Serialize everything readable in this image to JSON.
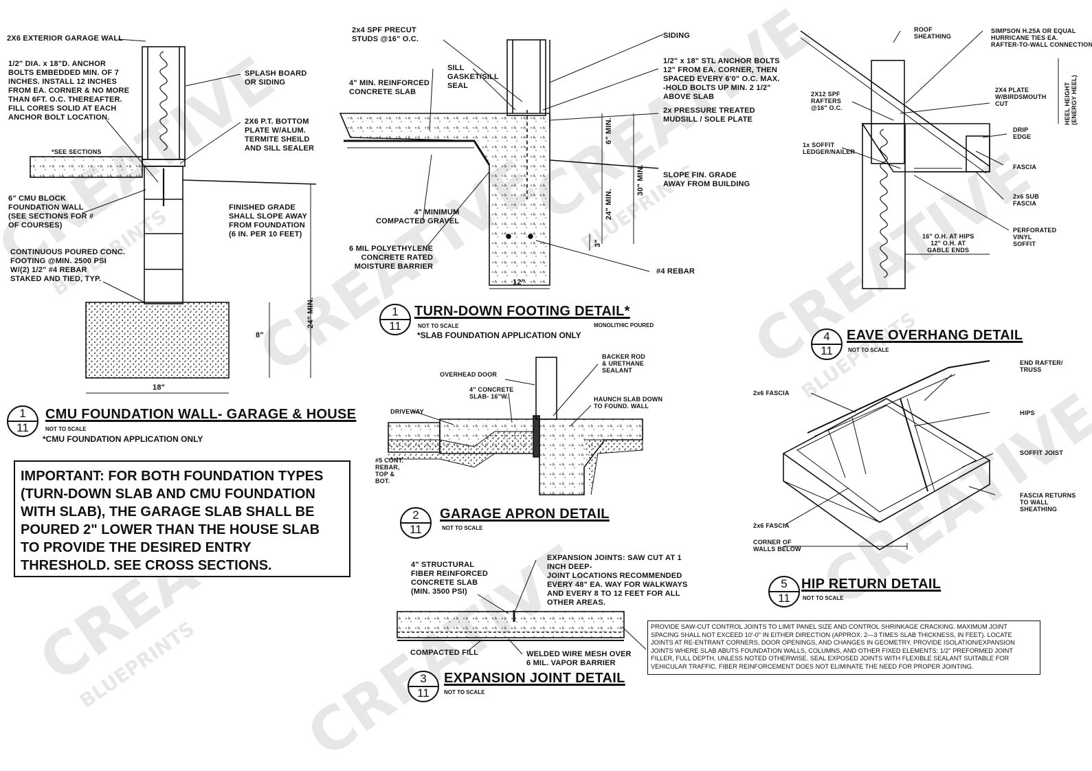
{
  "watermark": {
    "main": "CREATIVE",
    "sub": "BLUEPRINTS"
  },
  "detail_cmu": {
    "number": "1",
    "sheet": "11",
    "title": "CMU FOUNDATION WALL- GARAGE & HOUSE",
    "scale": "NOT TO SCALE",
    "subtitle": "*CMU FOUNDATION APPLICATION ONLY",
    "notes": {
      "wall": "2X6 EXTERIOR GARAGE WALL",
      "anchor": "1/2\" DIA. x 18\"D. ANCHOR\nBOLTS EMBEDDED MIN. OF 7\nINCHES. INSTALL 12 INCHES\nFROM EA. CORNER & NO MORE\nTHAN 6FT. O.C. THEREAFTER.\nFILL CORES SOLID AT EACH\nANCHOR BOLT LOCATION.",
      "splash": "SPLASH BOARD\nOR SIDING",
      "plate": "2X6 P.T. BOTTOM\nPLATE W/ALUM.\nTERMITE SHEILD\nAND SILL SEALER",
      "see_sections": "*SEE SECTIONS",
      "cmu": "6\" CMU BLOCK\nFOUNDATION WALL\n(SEE SECTIONS FOR #\nOF COURSES)",
      "grade": "FINISHED GRADE\nSHALL SLOPE AWAY\nFROM FOUNDATION\n(6 IN. PER 10 FEET)",
      "footing": "CONTINUOUS POURED CONC.\nFOOTING @MIN. 2500 PSI\nW/(2) 1/2\" #4 REBAR\nSTAKED AND TIED, TYP.",
      "dim_8": "8\"",
      "dim_18": "18\"",
      "dim_24": "24\" MIN."
    }
  },
  "important": "IMPORTANT: FOR BOTH FOUNDATION TYPES\n(TURN-DOWN SLAB AND CMU FOUNDATION\nWITH SLAB), THE GARAGE SLAB SHALL BE\nPOURED 2\" LOWER THAN THE HOUSE SLAB\nTO PROVIDE THE DESIRED ENTRY\nTHRESHOLD. SEE CROSS SECTIONS.",
  "detail_turndown": {
    "number": "1",
    "sheet": "11",
    "title": "TURN-DOWN FOOTING DETAIL*",
    "scale": "NOT TO SCALE",
    "poured": "MONOLITHIC POURED",
    "subtitle": "*SLAB FOUNDATION APPLICATION ONLY",
    "notes": {
      "studs": "2x4 SPF PRECUT\nSTUDS @16\" O.C.",
      "sill": "SILL\nGASKET/SILL\nSEAL",
      "slab": "4\" MIN. REINFORCED\nCONCRETE SLAB",
      "siding": "SIDING",
      "anchor": "1/2\" x 18\" STL ANCHOR BOLTS\n12\" FROM EA. CORNER, THEN\nSPACED EVERY 6'0\" O.C. MAX.\n-HOLD BOLTS UP MIN. 2 1/2\"\nABOVE SLAB",
      "mudsill": "2x PRESSURE TREATED\nMUDSILL / SOLE PLATE",
      "slope": "SLOPE FIN. GRADE\nAWAY FROM BUILDING",
      "gravel": "4\" MINIMUM\nCOMPACTED GRAVEL",
      "poly": "6 MIL POLYETHYLENE\nCONCRETE RATED\nMOISTURE BARRIER",
      "rebar": "#4 REBAR",
      "dim_6": "6\" MIN.",
      "dim_24": "24\" MIN.",
      "dim_30": "30\" MIN.",
      "dim_3": "3\"",
      "dim_12": "12\""
    }
  },
  "detail_apron": {
    "number": "2",
    "sheet": "11",
    "title": "GARAGE APRON DETAIL",
    "scale": "NOT TO SCALE",
    "notes": {
      "door": "OVERHEAD DOOR",
      "backer": "BACKER ROD\n& URETHANE\nSEALANT",
      "driveway": "DRIVEWAY",
      "slab": "4\" CONCRETE\nSLAB- 16\"W.",
      "haunch": "HAUNCH SLAB DOWN\nTO FOUND. WALL",
      "rebar": "#5 CONT.\nREBAR,\nTOP &\nBOT."
    }
  },
  "detail_joint": {
    "number": "3",
    "sheet": "11",
    "title": "EXPANSION JOINT DETAIL",
    "scale": "NOT TO SCALE",
    "notes": {
      "slab": "4\" STRUCTURAL\nFIBER REINFORCED\nCONCRETE SLAB\n(MIN. 3500 PSI)",
      "joints": "EXPANSION JOINTS: SAW CUT AT 1\nINCH DEEP-\nJOINT LOCATIONS RECOMMENDED\nEVERY 48\" EA. WAY FOR WALKWAYS\nAND EVERY 8 TO 12 FEET FOR ALL\nOTHER AREAS.",
      "fill": "COMPACTED FILL",
      "mesh": "WELDED WIRE MESH OVER\n6 MIL. VAPOR BARRIER"
    },
    "box": "PROVIDE SAW-CUT CONTROL JOINTS TO LIMIT PANEL SIZE AND CONTROL SHRINKAGE CRACKING. MAXIMUM JOINT\nSPACING SHALL NOT EXCEED 10'-0\" IN EITHER DIRECTION (APPROX. 2—3 TIMES SLAB THICKNESS, IN FEET). LOCATE\nJOINTS AT RE-ENTRANT CORNERS, DOOR OPENINGS, AND CHANGES IN GEOMETRY. PROVIDE ISOLATION/EXPANSION\nJOINTS WHERE SLAB ABUTS FOUNDATION WALLS, COLUMNS, AND OTHER FIXED ELEMENTS; 1/2\" PREFORMED JOINT\nFILLER, FULL DEPTH, UNLESS NOTED OTHERWISE. SEAL EXPOSED JOINTS WITH FLEXIBLE SEALANT SUITABLE FOR\nVEHICULAR TRAFFIC. FIBER REINFORCEMENT DOES NOT ELIMINATE THE NEED FOR PROPER JOINTING."
  },
  "detail_eave": {
    "number": "4",
    "sheet": "11",
    "title": "EAVE OVERHANG DETAIL",
    "scale": "NOT TO SCALE",
    "notes": {
      "sheathing": "ROOF\nSHEATHING",
      "simpson": "SIMPSON H.25A OR EQUAL\nHURRICANE TIES EA.\nRAFTER-TO-WALL CONNECTION",
      "rafters": "2X12 SPF\nRAFTERS\n@16\" O.C.",
      "plate": "2X4 PLATE\nW/BIRDSMOUTH\nCUT",
      "heel": "HEEL HEIGHT\n(ENERGY HEEL)",
      "drip": "DRIP\nEDGE",
      "ledger": "1x SOFFIT\nLEDGER/NAILER",
      "fascia": "FASCIA",
      "sub": "2x6 SUB\nFASCIA",
      "soffit": "PERFORATED\nVINYL\nSOFFIT",
      "oh": "16\" O.H. AT HIPS\n12\" O.H. AT\nGABLE ENDS"
    }
  },
  "detail_hip": {
    "number": "5",
    "sheet": "11",
    "title": "HIP RETURN DETAIL",
    "scale": "NOT TO SCALE",
    "notes": {
      "end_rafter": "END RAFTER/\nTRUSS",
      "fascia_top": "2x6 FASCIA",
      "hips": "HIPS",
      "soffit_joist": "SOFFIT JOIST",
      "fascia_bottom": "2x6 FASCIA",
      "returns": "FASCIA RETURNS\nTO WALL\nSHEATHING",
      "corner": "CORNER OF\nWALLS BELOW"
    }
  }
}
